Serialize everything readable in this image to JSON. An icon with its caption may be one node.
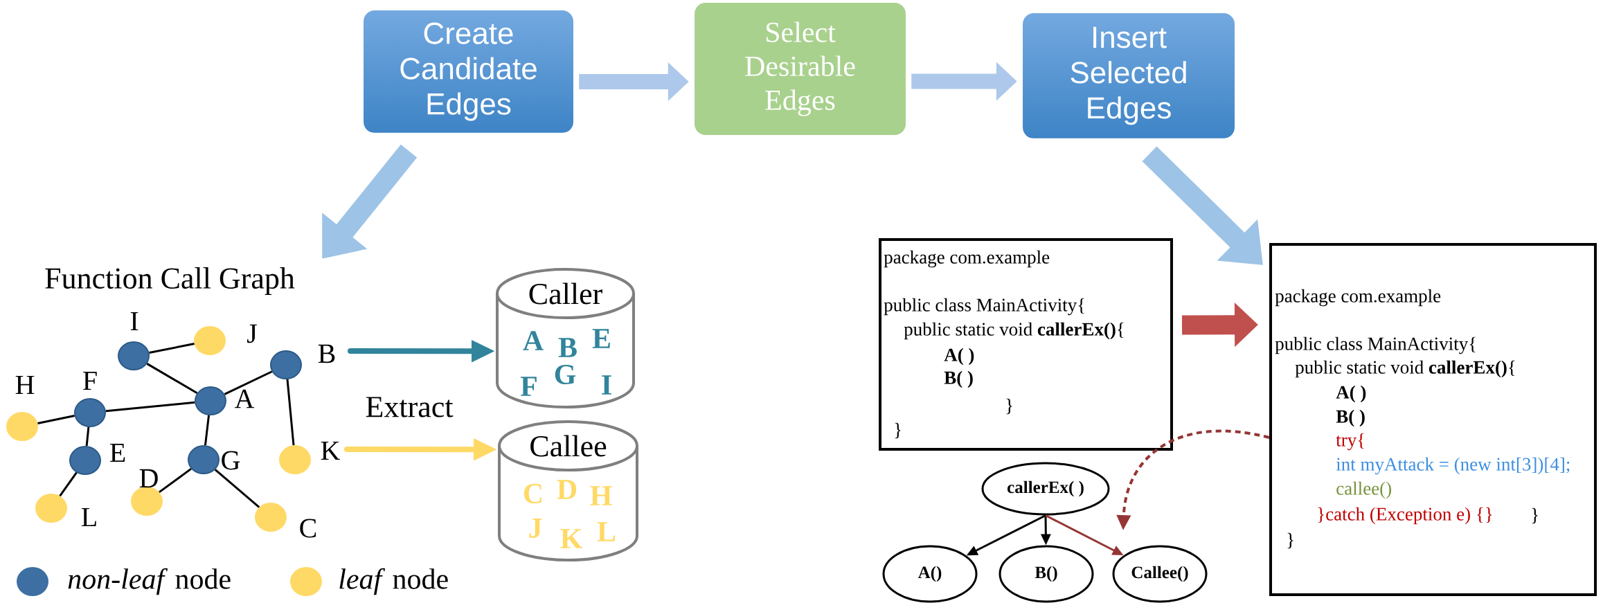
{
  "diagram": {
    "nodes": [
      {
        "text": [
          "Create Candidate Edges"
        ]
      },
      {
        "text": [
          "Select Desirable Edges"
        ]
      },
      {
        "text": [
          "Insert Selected Edges"
        ]
      },
      {
        "text": [
          "Function Call Graph"
        ]
      },
      {
        "text": [],
        "shape": "circle",
        "beside": [
          "I"
        ]
      },
      {
        "text": [],
        "shape": "circle",
        "beside": [
          "J"
        ]
      },
      {
        "text": [],
        "shape": "circle",
        "beside": [
          "B"
        ]
      },
      {
        "text": [],
        "shape": "circle",
        "beside": [
          "H"
        ]
      },
      {
        "text": [],
        "shape": "circle",
        "beside": [
          "F"
        ]
      },
      {
        "text": [],
        "shape": "circle",
        "beside": [
          "A"
        ]
      },
      {
        "text": [],
        "shape": "circle",
        "beside": [
          "E"
        ]
      },
      {
        "text": [],
        "shape": "circle",
        "beside": [
          "G"
        ]
      },
      {
        "text": [],
        "shape": "circle",
        "beside": [
          "K"
        ]
      },
      {
        "text": [],
        "shape": "circle",
        "beside": [
          "D"
        ]
      },
      {
        "text": [],
        "shape": "circle",
        "beside": [
          "L"
        ]
      },
      {
        "text": [],
        "shape": "circle",
        "beside": [
          "C"
        ]
      },
      {
        "text": [
          "Caller",
          "A",
          "B",
          "E",
          "G",
          "F",
          "I"
        ]
      },
      {
        "text": [
          "Callee",
          "C",
          "D",
          "H",
          "J",
          "K",
          "L"
        ]
      },
      {
        "text": [
          "package com.example",
          "public class MainActivity{",
          "public static void **callerEx()**{",
          "A( )",
          "B( )",
          "}",
          "}"
        ]
      },
      {
        "text": [
          "package com.example",
          "public class MainActivity{",
          "public static void **callerEx()**{",
          "A( )",
          "B( )",
          "try{",
          "int myAttack = (new int[3])[4];",
          "callee()",
          "}catch (Exception e) {}",
          "}",
          "}"
        ]
      },
      {
        "text": [
          "callerEx( )"
        ]
      },
      {
        "text": [
          "A()"
        ]
      },
      {
        "text": [
          "B()"
        ]
      },
      {
        "text": [
          "Callee()"
        ]
      }
    ],
    "edges": [
      {
        "from": 0,
        "to": 1,
        "arrow": "to",
        "style": "thick",
        "color": "#adc8ea"
      },
      {
        "from": 1,
        "to": 2,
        "arrow": "to",
        "style": "thick",
        "color": "#adc8ea"
      },
      {
        "from": 0,
        "to": 3,
        "arrow": "to",
        "style": "thick",
        "color": "#9dc3e6"
      },
      {
        "from": 2,
        "to": 19,
        "arrow": "to",
        "style": "thick",
        "color": "#9dc3e6"
      },
      {
        "from": 4,
        "to": 5,
        "arrow": "none"
      },
      {
        "from": 4,
        "to": 9,
        "arrow": "none"
      },
      {
        "from": 6,
        "to": 9,
        "arrow": "none"
      },
      {
        "from": 8,
        "to": 9,
        "arrow": "none"
      },
      {
        "from": 7,
        "to": 8,
        "arrow": "none"
      },
      {
        "from": 8,
        "to": 10,
        "arrow": "none"
      },
      {
        "from": 10,
        "to": 14,
        "arrow": "none"
      },
      {
        "from": 9,
        "to": 11,
        "arrow": "none"
      },
      {
        "from": 11,
        "to": 13,
        "arrow": "none"
      },
      {
        "from": 11,
        "to": 15,
        "arrow": "none"
      },
      {
        "from": 6,
        "to": 12,
        "arrow": "none"
      },
      {
        "from": 6,
        "to": 16,
        "arrow": "to",
        "style": "thick",
        "color": "#31849b"
      },
      {
        "from": 12,
        "to": 17,
        "arrow": "to",
        "style": "thick",
        "color": "#ffd966"
      },
      {
        "from": 18,
        "to": 19,
        "arrow": "to",
        "style": "thick",
        "color": "#c0504d"
      },
      {
        "from": 20,
        "to": 21,
        "arrow": "to"
      },
      {
        "from": 20,
        "to": 22,
        "arrow": "to"
      },
      {
        "from": 20,
        "to": 23,
        "arrow": "to",
        "color": "#943634"
      },
      {
        "from": 19,
        "to": null,
        "arrow": "to",
        "style": "dashed",
        "color": "#943634"
      }
    ],
    "labels": [
      "Extract"
    ],
    "legend": [
      {
        "text": "*non-leaf* node",
        "color": "#3e6fa3"
      },
      {
        "text": "*leaf* node",
        "color": "#ffd966"
      }
    ]
  }
}
